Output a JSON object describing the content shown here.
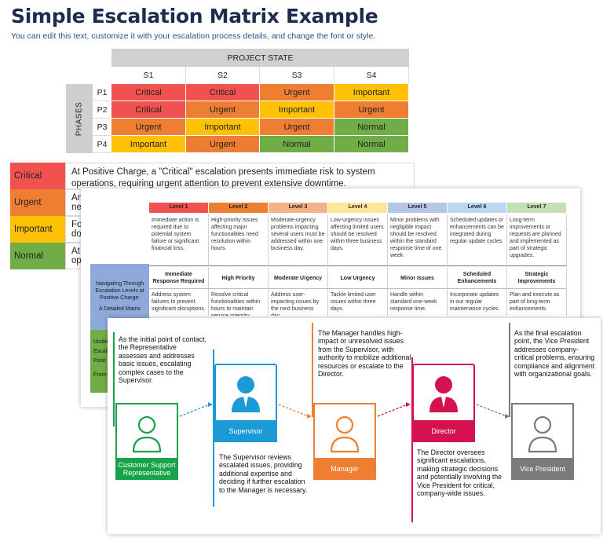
{
  "header": {
    "title": "Simple Escalation Matrix Example",
    "subtitle": "You can edit this text, customize it with your escalation process details, and change the font or style."
  },
  "matrix": {
    "project_state_label": "PROJECT STATE",
    "phases_label": "PHASES",
    "columns": [
      "S1",
      "S2",
      "S3",
      "S4"
    ],
    "rows": [
      {
        "phase": "P1",
        "cells": [
          "Critical",
          "Critical",
          "Urgent",
          "Important"
        ]
      },
      {
        "phase": "P2",
        "cells": [
          "Critical",
          "Urgent",
          "Important",
          "Urgent"
        ]
      },
      {
        "phase": "P3",
        "cells": [
          "Urgent",
          "Important",
          "Urgent",
          "Normal"
        ]
      },
      {
        "phase": "P4",
        "cells": [
          "Important",
          "Urgent",
          "Normal",
          "Normal"
        ]
      }
    ],
    "colors": {
      "Critical": "#f1524f",
      "Urgent": "#ee7e32",
      "Important": "#fec106",
      "Normal": "#70ad47"
    }
  },
  "legend": [
    {
      "label": "Critical",
      "text": "At Positive Charge, a \"Critical\" escalation presents immediate risk to system operations, requiring urgent attention to prevent extensive downtime."
    },
    {
      "label": "Urgent",
      "text": "An"
    },
    {
      "label": "Important",
      "text": "For"
    },
    {
      "label": "Normal",
      "text": "At"
    }
  ],
  "legend_extra": {
    "urgent_line2": "ne",
    "important_line2": "do",
    "normal_line2": "op"
  },
  "levels_doc": {
    "headers": [
      {
        "label": "Level 1",
        "color": "#f1524f"
      },
      {
        "label": "Level 2",
        "color": "#ee7e32"
      },
      {
        "label": "Level 3",
        "color": "#f4b183"
      },
      {
        "label": "Level 4",
        "color": "#ffe699"
      },
      {
        "label": "Level 5",
        "color": "#b4c7e7"
      },
      {
        "label": "Level 6",
        "color": "#bdd7ee"
      },
      {
        "label": "Level 7",
        "color": "#c5e0b4"
      }
    ],
    "descriptions": [
      "Immediate action is required due to potential system failure or significant financial loss.",
      "High-priority issues affecting major functionalities need resolution within hours.",
      "Moderate-urgency problems impacting several users must be addressed within one business day.",
      "Low-urgency issues affecting limited users should be resolved within three business days.",
      "Minor problems with negligible impact should be resolved within the standard response time of one week",
      "Scheduled updates or enhancements can be integrated during regular update cycles",
      "Long-term improvements or requests are planned and implemented as part of strategic upgrades."
    ],
    "subheaders": [
      "Immediate Response Required",
      "High Priority",
      "Moderate Urgency",
      "Low Urgency",
      "Minor Issues",
      "Scheduled Enhancements",
      "Strategic Improvements"
    ],
    "actions": [
      "Address system failures to prevent significant disruptions.",
      "Resolve critical functionalities within hours to maintain service integrity.",
      "Address user-impacting issues by the next business day.",
      "Tackle limited user issues within three days.",
      "Handle within standard one-week response time.",
      "Incorporate updates in our regular maintenance cycles.",
      "Plan and execute as part of long-term enhancements."
    ],
    "side_blue_1": "Navigating Through Escalation Levels at Positive Charge:",
    "side_blue_2": "A Detailed Matrix",
    "side_green": [
      "Under",
      "Escala",
      "Posit",
      "From I"
    ]
  },
  "roles_doc": {
    "texts": {
      "representative": "As the initial point of contact, the Representative assesses and addresses basic issues, escalating complex cases to the Supervisor.",
      "supervisor": "The Supervisor reviews escalated issues, providing additional expertise and deciding if further escalation to the Manager is necessary.",
      "manager": "The Manager handles high-impact or unresolved issues from the Supervisor, with authority to mobilize additional resources or escalate to the Director.",
      "director": "The Director oversees significant escalations, making strategic decisions and potentially involving the Vice President for critical, company-wide issues.",
      "vp": "As the final escalation point, the Vice President addresses company-critical problems, ensuring compliance and alignment with organizational goals."
    },
    "labels": {
      "representative": "Customer Support Representative",
      "supervisor": "Supervisor",
      "manager": "Manager",
      "director": "Director",
      "vp": "Vice President"
    },
    "colors": {
      "representative": "#17a34a",
      "supervisor": "#1c9ad6",
      "manager": "#ee7e32",
      "director": "#d6114f",
      "vp": "#7a7a7a"
    }
  }
}
